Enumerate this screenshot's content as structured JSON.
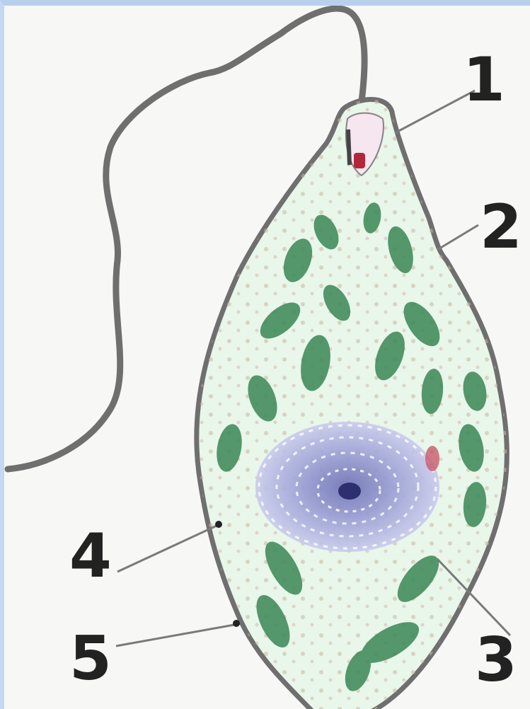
{
  "labels": {
    "l1": "1",
    "l2": "2",
    "l3": "3",
    "l4": "4",
    "l5": "5"
  },
  "colors": {
    "outline": "#6f6f6f",
    "cytoplasm": "#e9f6ea",
    "chloroplast": "#3f8a5a",
    "nucleus": "#7d7fbf",
    "nucleolus": "#2d2f6e",
    "eyespot": "#b2283a"
  }
}
